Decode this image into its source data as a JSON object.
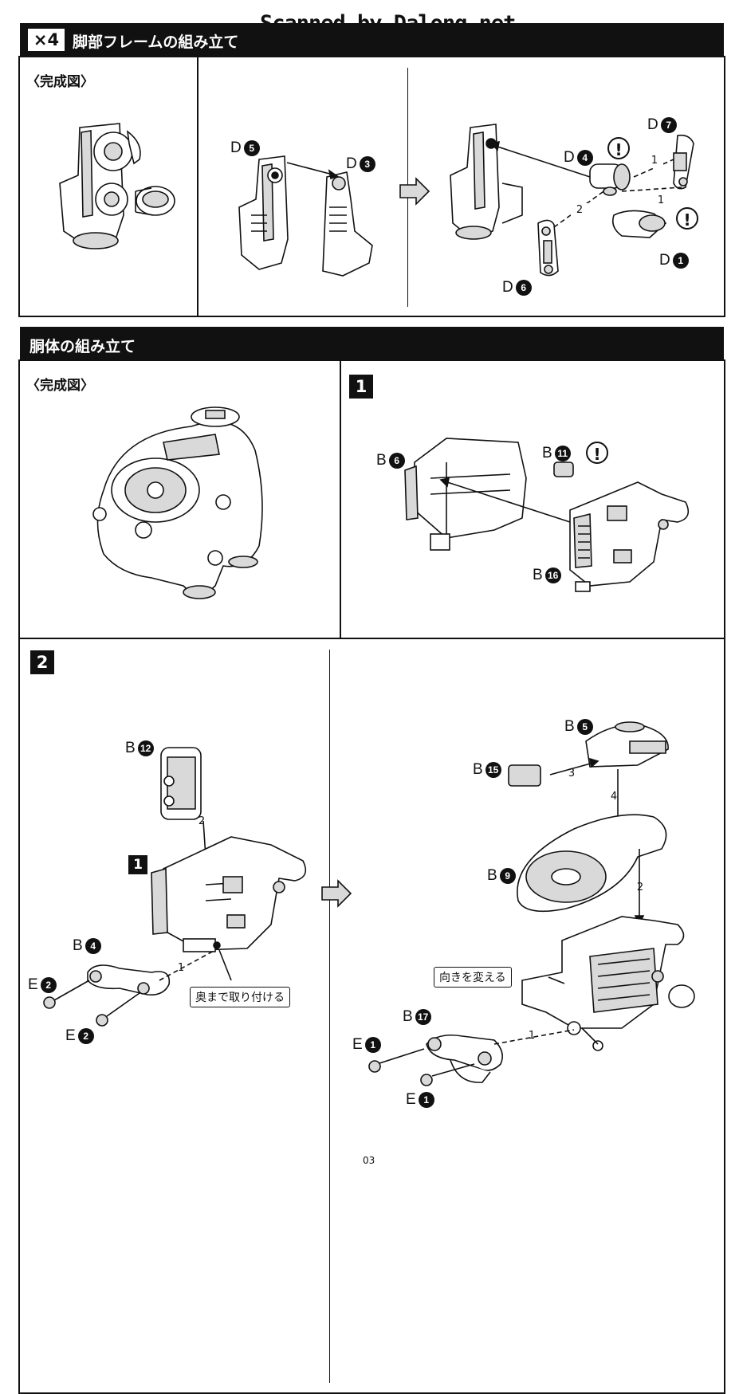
{
  "scan_watermark": "Scanned by Dalong.net",
  "section1": {
    "count": "×4",
    "title": "脚部フレームの組み立て",
    "complete_label": "〈完成図〉",
    "parts": {
      "d5": {
        "letter": "D",
        "num": "5"
      },
      "d3": {
        "letter": "D",
        "num": "3"
      },
      "d4": {
        "letter": "D",
        "num": "4"
      },
      "d7": {
        "letter": "D",
        "num": "7"
      },
      "d1": {
        "letter": "D",
        "num": "1"
      },
      "d6": {
        "letter": "D",
        "num": "6"
      }
    },
    "step_marks": [
      "1",
      "1",
      "2"
    ],
    "warning": "!"
  },
  "section2": {
    "title": "胴体の組み立て",
    "complete_label": "〈完成図〉",
    "step1": {
      "number": "1",
      "parts": {
        "b6": {
          "letter": "B",
          "num": "6"
        },
        "b11": {
          "letter": "B",
          "num": "11"
        },
        "b16": {
          "letter": "B",
          "num": "16"
        }
      },
      "warning": "!"
    },
    "step2": {
      "number": "2",
      "ref_step": "1",
      "parts": {
        "b12": {
          "letter": "B",
          "num": "12"
        },
        "b4": {
          "letter": "B",
          "num": "4"
        },
        "e2a": {
          "letter": "E",
          "num": "2"
        },
        "e2b": {
          "letter": "E",
          "num": "2"
        },
        "b5": {
          "letter": "B",
          "num": "5"
        },
        "b15": {
          "letter": "B",
          "num": "15"
        },
        "b9": {
          "letter": "B",
          "num": "9"
        },
        "b17": {
          "letter": "B",
          "num": "17"
        },
        "e1a": {
          "letter": "E",
          "num": "1"
        },
        "e1b": {
          "letter": "E",
          "num": "1"
        }
      },
      "left_marks": [
        "2",
        "1"
      ],
      "right_marks": [
        "3",
        "4",
        "2",
        "1"
      ],
      "note_push": "奥まで取り付ける",
      "note_turn": "向きを変える"
    }
  },
  "page_number": "03"
}
